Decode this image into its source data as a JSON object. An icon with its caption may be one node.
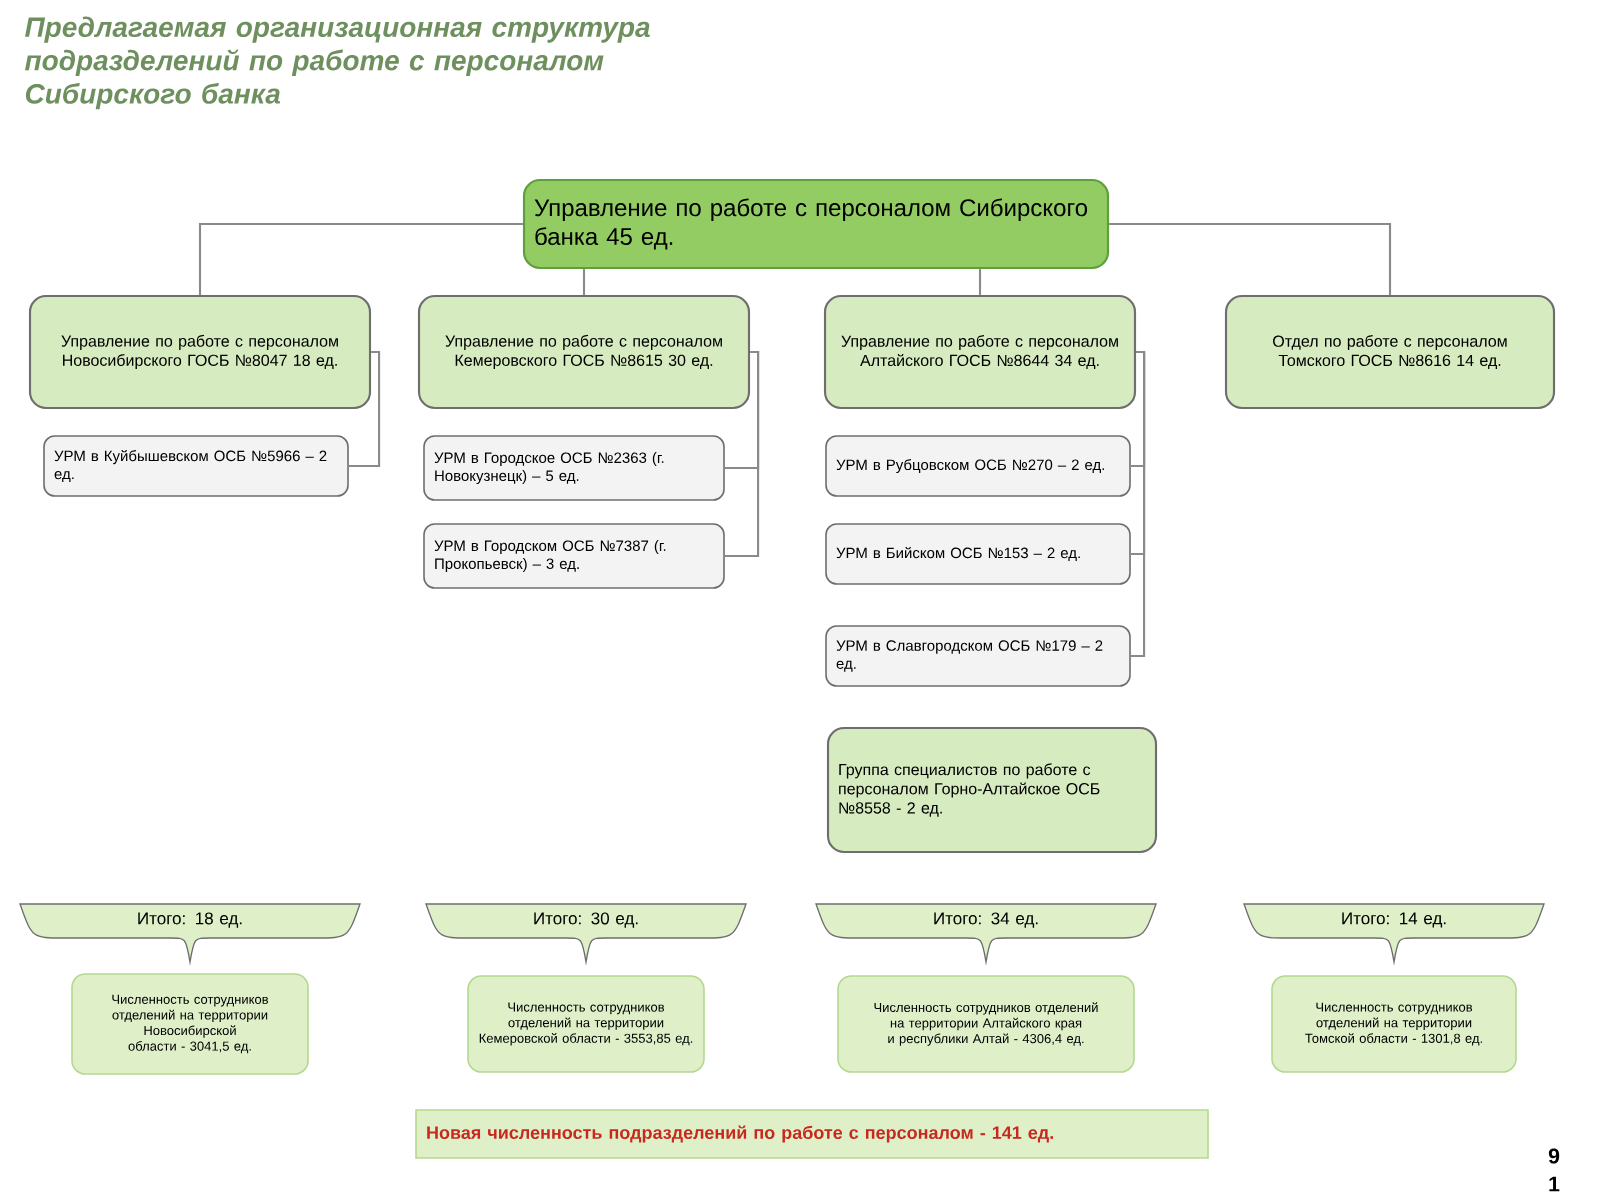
{
  "diagram": {
    "title": "Предлагаемая организационная структура подразделений по работе с персоналом Сибирского банка",
    "nodes": [
      {
        "text": [
          "Управление по работе с персоналом Сибирского банка 45 ед."
        ]
      },
      {
        "text": [
          "Управление по работе с персоналом Новосибирского ГОСБ №8047 18 ед."
        ]
      },
      {
        "text": [
          "Управление по работе с персоналом Кемеровского ГОСБ №8615 30 ед."
        ]
      },
      {
        "text": [
          "Управление по работе с персоналом Алтайского ГОСБ №8644 34 ед."
        ]
      },
      {
        "text": [
          "Отдел по работе с персоналом Томского ГОСБ №8616 14 ед."
        ]
      },
      {
        "text": [
          "УРМ в Куйбышевском ОСБ №5966 – 2 ед."
        ]
      },
      {
        "text": [
          "УРМ в Городское ОСБ №2363 (г. Новокузнецк) – 5 ед."
        ]
      },
      {
        "text": [
          "УРМ в Городском ОСБ №7387 (г. Прокопьевск) – 3 ед."
        ]
      },
      {
        "text": [
          "УРМ в Рубцовском ОСБ №270 – 2 ед."
        ]
      },
      {
        "text": [
          "УРМ в Бийском ОСБ №153 – 2 ед."
        ]
      },
      {
        "text": [
          "УРМ в Славгородском ОСБ №179 – 2 ед."
        ]
      },
      {
        "text": [
          "Группа специалистов по работе с персоналом Горно-Алтайское ОСБ №8558 - 2 ед."
        ]
      },
      {
        "text": [
          "Итого: 18 ед."
        ]
      },
      {
        "text": [
          "Итого: 30 ед."
        ]
      },
      {
        "text": [
          "Итого: 34 ед."
        ]
      },
      {
        "text": [
          "Итого: 14 ед."
        ]
      },
      {
        "text": [
          "Численность сотрудников отделений на территории Новосибирской области - 3041,5 ед."
        ]
      },
      {
        "text": [
          "Численность сотрудников отделений на территории Кемеровской области - 3553,85 ед."
        ]
      },
      {
        "text": [
          "Численность сотрудников отделений на территории Алтайского края и республики Алтай - 4306,4 ед."
        ]
      },
      {
        "text": [
          "Численность сотрудников отделений на территории Томской области - 1301,8 ед."
        ]
      },
      {
        "text": [
          "Новая численность подразделений по работе с персоналом - 141 ед."
        ]
      }
    ],
    "edges": [
      {
        "from": 0,
        "to": 1,
        "arrow": "none"
      },
      {
        "from": 0,
        "to": 2,
        "arrow": "none"
      },
      {
        "from": 0,
        "to": 3,
        "arrow": "none"
      },
      {
        "from": 0,
        "to": 4,
        "arrow": "none"
      },
      {
        "from": 1,
        "to": 5,
        "arrow": "none"
      },
      {
        "from": 2,
        "to": 6,
        "arrow": "none"
      },
      {
        "from": 2,
        "to": 7,
        "arrow": "none"
      },
      {
        "from": 3,
        "to": 8,
        "arrow": "none"
      },
      {
        "from": 3,
        "to": 9,
        "arrow": "none"
      },
      {
        "from": 3,
        "to": 10,
        "arrow": "none"
      }
    ],
    "labels": [
      "9",
      "1"
    ]
  }
}
